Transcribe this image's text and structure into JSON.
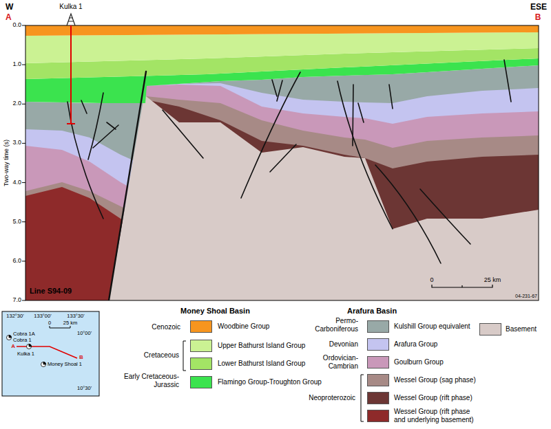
{
  "diagram": {
    "labels": [
      "W",
      "A",
      "Kulka 1",
      "ESE",
      "B",
      "0.0",
      "1.0",
      "2.0",
      "3.0",
      "4.0",
      "5.0",
      "6.0",
      "7.0",
      "Two-way time (s)",
      "Line S94-09",
      "0",
      "25 km",
      "04-231-67",
      "132°30'",
      "133°00'",
      "133°30'",
      "0",
      "25 km",
      "10°00'",
      "Cobra 1A",
      "Cobra 1",
      "A",
      "Kulka 1",
      "Money Shoal 1",
      "B",
      "10°30'",
      "Money Shoal Basin",
      "Arafura Basin",
      "Cenozoic",
      "Cretaceous",
      "Early Cretaceous-Jurassic",
      "Permo-Carboniferous",
      "Devonian",
      "Ordovician-Cambrian",
      "Neoproterozoic"
    ],
    "legend": [
      {
        "text": "Woodbine Group",
        "color": "#f7951f"
      },
      {
        "text": "Upper Bathurst Island Group",
        "color": "#cbf293"
      },
      {
        "text": "Lower Bathurst Island Group",
        "color": "#a3e465"
      },
      {
        "text": "Flamingo Group-Troughton Group",
        "color": "#3be34e"
      },
      {
        "text": "Kulshill Group equivalent",
        "color": "#98a9a7"
      },
      {
        "text": "Arafura Group",
        "color": "#c4c4f0"
      },
      {
        "text": "Goulburn Group",
        "color": "#c998b9"
      },
      {
        "text": "Wessel Group (sag phase)",
        "color": "#a78a86"
      },
      {
        "text": "Wessel Group (rift phase)",
        "color": "#6c3634"
      },
      {
        "text": "Wessel Group (rift phase and underlying basement)",
        "color": "#8e2a2a"
      },
      {
        "text": "Basement",
        "color": "#d8cbc8"
      }
    ]
  }
}
